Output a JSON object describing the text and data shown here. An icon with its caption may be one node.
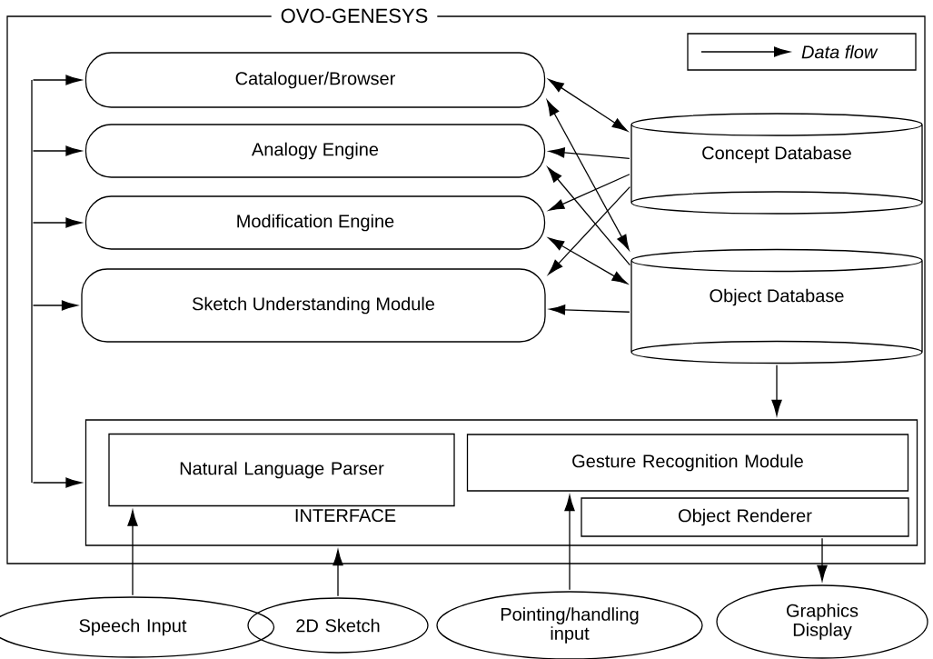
{
  "diagram": {
    "nodes": [
      {
        "text": [
          "OVO-GENESYS"
        ]
      },
      {
        "text": [
          "Cataloguer/Browser"
        ],
        "in": 0
      },
      {
        "text": [
          "Analogy Engine"
        ],
        "in": 0
      },
      {
        "text": [
          "Modification Engine"
        ],
        "in": 0
      },
      {
        "text": [
          "Sketch Understanding Module"
        ],
        "in": 0
      },
      {
        "text": [
          "Concept Database"
        ],
        "in": 0
      },
      {
        "text": [
          "Object Database"
        ],
        "in": 0
      },
      {
        "text": [
          "INTERFACE"
        ],
        "in": 0
      },
      {
        "text": [
          "Natural Language Parser"
        ],
        "in": 7
      },
      {
        "text": [
          "Gesture Recognition Module"
        ],
        "in": 7
      },
      {
        "text": [
          "Object Renderer"
        ],
        "in": 7
      },
      {
        "text": [
          "Speech Input"
        ]
      },
      {
        "text": [
          "2D Sketch"
        ]
      },
      {
        "text": [
          "Pointing/handling input"
        ]
      },
      {
        "text": [
          "Graphics Display"
        ]
      }
    ],
    "edges": [
      {
        "from": null,
        "to": 1,
        "arrow": "to"
      },
      {
        "from": null,
        "to": 2,
        "arrow": "to"
      },
      {
        "from": null,
        "to": 3,
        "arrow": "to"
      },
      {
        "from": null,
        "to": 4,
        "arrow": "to"
      },
      {
        "from": null,
        "to": 7,
        "arrow": "to"
      },
      {
        "from": 1,
        "to": 5,
        "arrow": "both"
      },
      {
        "from": 5,
        "to": 2,
        "arrow": "to"
      },
      {
        "from": 5,
        "to": 3,
        "arrow": "to"
      },
      {
        "from": 5,
        "to": 4,
        "arrow": "to"
      },
      {
        "from": 1,
        "to": 6,
        "arrow": "both"
      },
      {
        "from": 6,
        "to": 2,
        "arrow": "to"
      },
      {
        "from": 3,
        "to": 6,
        "arrow": "both"
      },
      {
        "from": 6,
        "to": 4,
        "arrow": "to"
      },
      {
        "from": 6,
        "to": 7,
        "arrow": "to"
      },
      {
        "from": 11,
        "to": 8,
        "arrow": "to"
      },
      {
        "from": 12,
        "to": 7,
        "arrow": "to"
      },
      {
        "from": 13,
        "to": 9,
        "arrow": "to"
      },
      {
        "from": 10,
        "to": 14,
        "arrow": "to"
      }
    ],
    "legend": [
      {
        "text": "Data flow"
      }
    ]
  }
}
